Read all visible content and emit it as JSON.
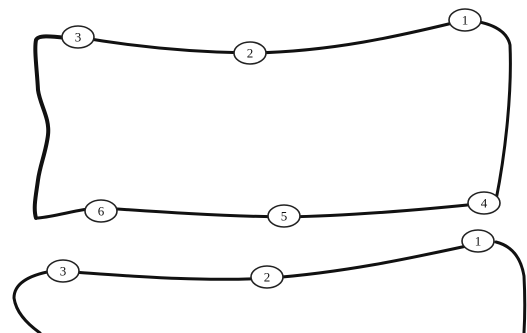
{
  "figure": {
    "upper_block": {
      "landmarks": [
        {
          "label": "1"
        },
        {
          "label": "2"
        },
        {
          "label": "3"
        },
        {
          "label": "4"
        },
        {
          "label": "5"
        },
        {
          "label": "6"
        }
      ]
    },
    "lower_block": {
      "landmarks": [
        {
          "label": "1"
        },
        {
          "label": "2"
        },
        {
          "label": "3"
        }
      ]
    }
  },
  "colors": {
    "line": "#111111",
    "marker_fill": "#ffffff",
    "background": "#ffffff"
  }
}
